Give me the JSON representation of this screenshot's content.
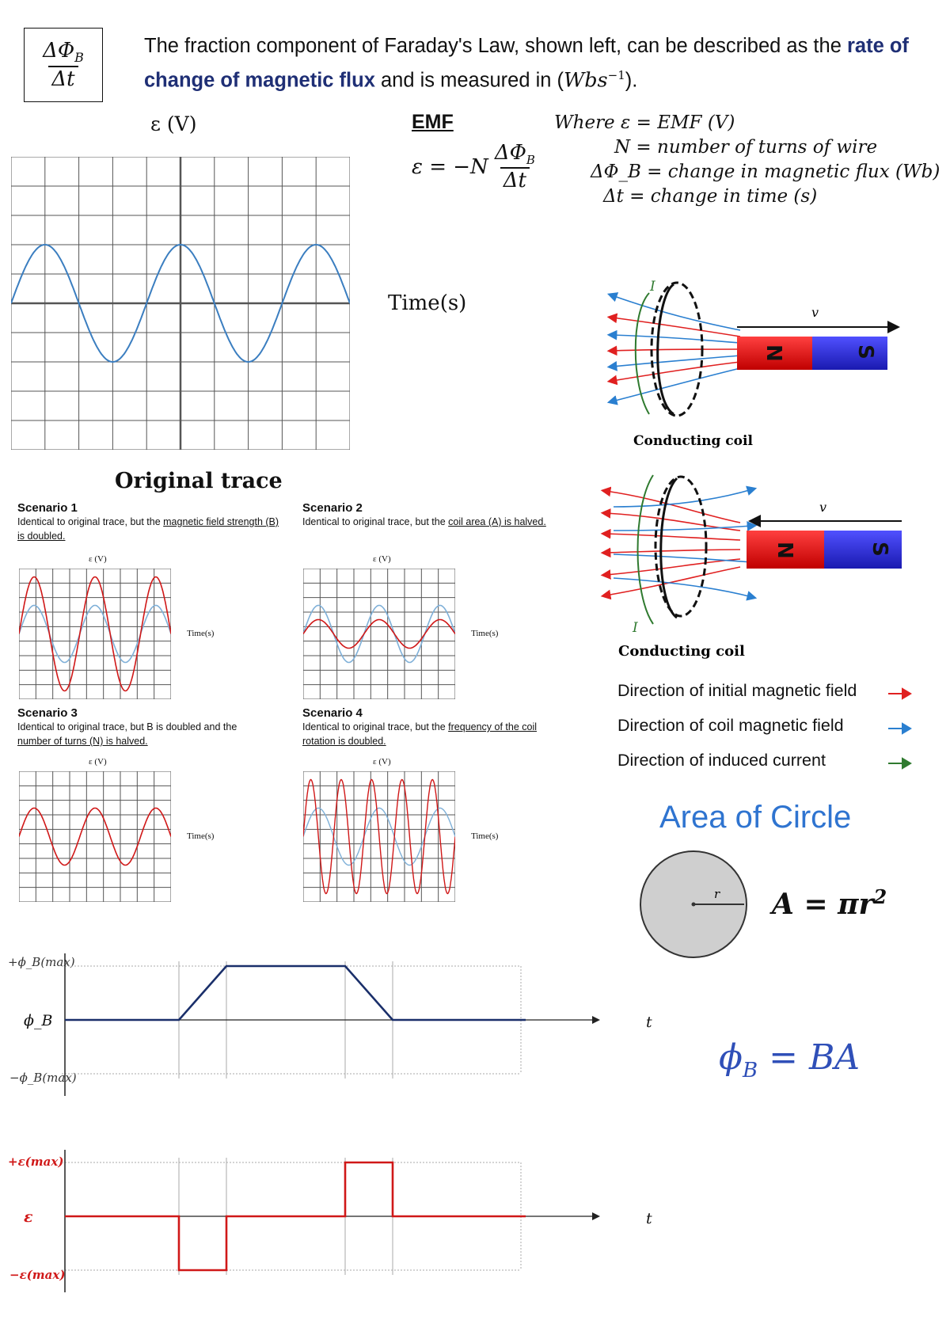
{
  "formula_box": {
    "num_base": "ΔΦ",
    "num_sub": "B",
    "den": "Δt"
  },
  "intro": {
    "part1": "The fraction component of Faraday's Law, shown left, can be described as the ",
    "highlight": "rate of change of magnetic flux",
    "part2": " and is measured in (",
    "unit_base": "Wbs",
    "unit_sup": "−1",
    "part3": ")."
  },
  "main_graph": {
    "ylabel": "ε (V)",
    "xlabel": "Time(s)",
    "caption": "Original trace"
  },
  "emf": {
    "heading": "EMF",
    "lhs": "ε = −N",
    "frac_num": "ΔΦ",
    "frac_sub": "B",
    "frac_den": "Δt",
    "where_lines": [
      "Where ε = EMF (V)",
      "N = number of turns of wire",
      "ΔΦ_B = change in magnetic flux (Wb)",
      "Δt = change in time (s)"
    ]
  },
  "magnet_diagrams": [
    {
      "coil_label": "Conducting coil",
      "velocity": "v",
      "current": "I",
      "pole_n": "N",
      "pole_s": "S"
    },
    {
      "coil_label": "Conducting coil",
      "velocity": "v",
      "current": "I",
      "pole_n": "N",
      "pole_s": "S"
    }
  ],
  "legend": {
    "items": [
      {
        "label": "Direction of initial magnetic field",
        "color": "#e02020"
      },
      {
        "label": "Direction of coil magnetic field",
        "color": "#2a7fd0"
      },
      {
        "label": "Direction of induced current",
        "color": "#2f7a2f"
      }
    ]
  },
  "scenarios": [
    {
      "title": "Scenario 1",
      "desc_plain": "Identical to original trace, but the ",
      "desc_ul": "magnetic field strength (B) is doubled.",
      "ylabel": "ε (V)",
      "xlabel": "Time(s)"
    },
    {
      "title": "Scenario 2",
      "desc_plain": "Identical to original trace, but the ",
      "desc_ul": "coil area (A) is halved.",
      "ylabel": "ε (V)",
      "xlabel": "Time(s)"
    },
    {
      "title": "Scenario 3",
      "desc_plain": "Identical to original trace, but B is doubled and the ",
      "desc_ul": "number of turns (N) is halved.",
      "ylabel": "ε (V)",
      "xlabel": "Time(s)"
    },
    {
      "title": "Scenario 4",
      "desc_plain": "Identical to original trace, but the ",
      "desc_ul": "frequency of the coil rotation is doubled.",
      "ylabel": "ε (V)",
      "xlabel": "Time(s)"
    }
  ],
  "area": {
    "title": "Area of Circle",
    "radius": "r",
    "formula": "A = πr",
    "sup": "2"
  },
  "flux": {
    "formula": "ϕ",
    "sub": "B",
    "rhs": " = BA"
  },
  "flux_graph": {
    "top": "+ϕ_B(max)",
    "mid": "ϕ_B",
    "bottom": "−ϕ_B(max)",
    "t": "t"
  },
  "emf_graph": {
    "top": "+ε(max)",
    "mid": "ε",
    "bottom": "−ε(max)",
    "t": "t"
  },
  "chart_data": [
    {
      "type": "line",
      "title": "Original trace",
      "xlabel": "Time(s)",
      "ylabel": "ε (V)",
      "series": [
        {
          "amplitude": 1,
          "cycles": 2.5
        }
      ]
    },
    {
      "type": "line",
      "title": "Scenario 1",
      "series": [
        {
          "amplitude": 1,
          "cycles": 2.5,
          "color": "#7fb0d8"
        },
        {
          "amplitude": 2,
          "cycles": 2.5,
          "color": "#d01818"
        }
      ]
    },
    {
      "type": "line",
      "title": "Scenario 2",
      "series": [
        {
          "amplitude": 1,
          "cycles": 2.5,
          "color": "#7fb0d8"
        },
        {
          "amplitude": 0.5,
          "cycles": 2.5,
          "color": "#d01818"
        }
      ]
    },
    {
      "type": "line",
      "title": "Scenario 3",
      "series": [
        {
          "amplitude": 1,
          "cycles": 2.5,
          "color": "#d01818"
        }
      ]
    },
    {
      "type": "line",
      "title": "Scenario 4",
      "series": [
        {
          "amplitude": 1,
          "cycles": 2.5,
          "color": "#7fb0d8"
        },
        {
          "amplitude": 2,
          "cycles": 5,
          "color": "#d01818"
        }
      ]
    },
    {
      "type": "line",
      "ylabel": "ϕ_B",
      "xlabel": "t",
      "points": [
        [
          0,
          0
        ],
        [
          2.4,
          0
        ],
        [
          3.4,
          1
        ],
        [
          5.9,
          1
        ],
        [
          6.9,
          0
        ],
        [
          9.7,
          0
        ]
      ]
    },
    {
      "type": "line",
      "ylabel": "ε",
      "xlabel": "t",
      "points": [
        [
          0,
          0
        ],
        [
          2.4,
          0
        ],
        [
          2.4,
          -1
        ],
        [
          3.4,
          -1
        ],
        [
          3.4,
          0
        ],
        [
          5.9,
          0
        ],
        [
          5.9,
          1
        ],
        [
          6.9,
          1
        ],
        [
          6.9,
          0
        ],
        [
          9.7,
          0
        ]
      ]
    }
  ]
}
